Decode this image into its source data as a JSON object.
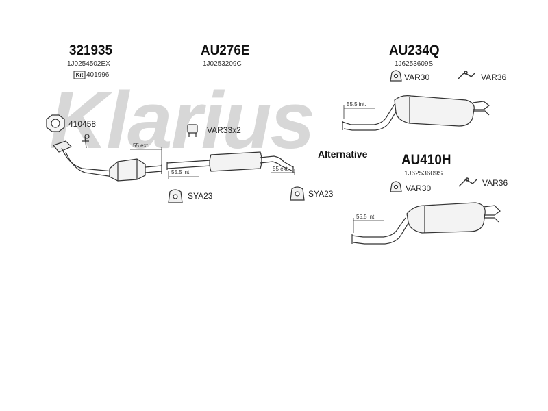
{
  "watermark": "Klarius",
  "alternative_label": "Alternative",
  "groups": [
    {
      "part_no": "321935",
      "oem": "1J0254502EX",
      "kit_label": "Kit",
      "kit_no": "401996"
    },
    {
      "part_no": "AU276E",
      "oem": "1J0253209C"
    },
    {
      "part_no": "AU234Q",
      "oem": "1J6253609S"
    },
    {
      "part_no": "AU410H",
      "oem": "1J6253609S"
    }
  ],
  "accessories": {
    "gasket_410458": "410458",
    "var33": "VAR33x2",
    "sya23_left": "SYA23",
    "sya23_right": "SYA23",
    "var30_top": "VAR30",
    "var36_top": "VAR36",
    "var30_bottom": "VAR30",
    "var36_bottom": "VAR36"
  },
  "dimensions": {
    "cat_outlet": "55 ext.",
    "mid_inlet": "55.5 int.",
    "mid_outlet": "55 ext.",
    "rear_inlet_top": "55.5 int.",
    "rear_inlet_bottom": "55.5 int."
  }
}
